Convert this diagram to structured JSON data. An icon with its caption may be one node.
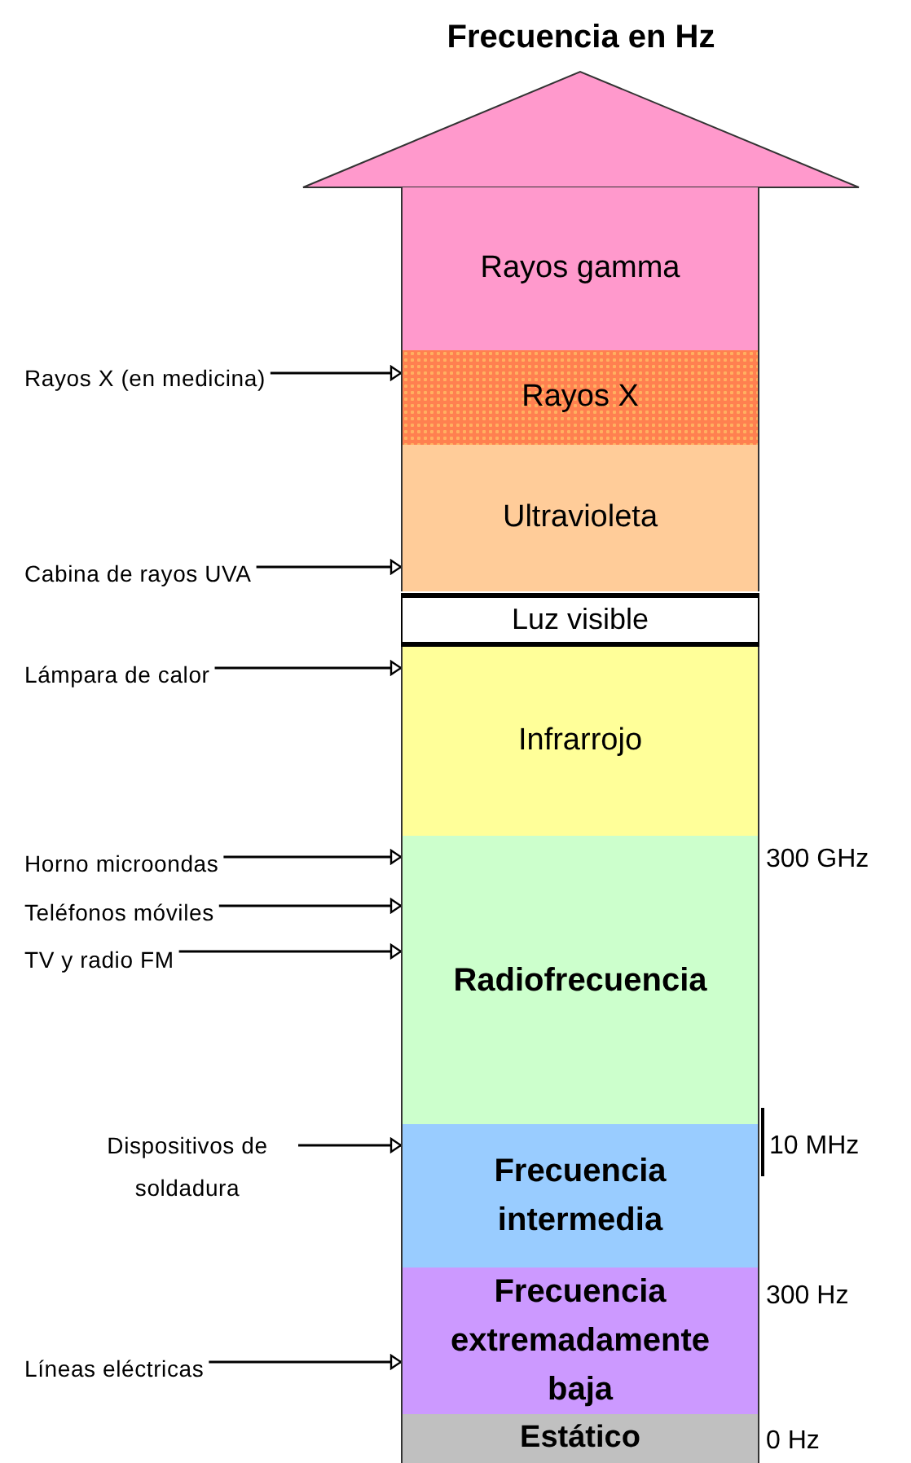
{
  "diagram": {
    "title": "Frecuencia en Hz",
    "nodes": [
      {
        "text": [
          "Rayos gamma"
        ]
      },
      {
        "text": [
          "Rayos X"
        ]
      },
      {
        "text": [
          "Ultravioleta"
        ]
      },
      {
        "text": [
          "Luz visible"
        ]
      },
      {
        "text": [
          "Infrarrojo"
        ]
      },
      {
        "text": [
          "Radiofrecuencia"
        ]
      },
      {
        "text": [
          "Frecuencia intermedia"
        ]
      },
      {
        "text": [
          "Frecuencia extremadamente baja"
        ]
      },
      {
        "text": [
          "Estático"
        ]
      },
      {
        "text": [
          "Rayos X (en medicina)"
        ]
      },
      {
        "text": [
          "Cabina de rayos UVA"
        ]
      },
      {
        "text": [
          "Lámpara de calor"
        ]
      },
      {
        "text": [
          "Horno microondas"
        ]
      },
      {
        "text": [
          "Teléfonos móviles"
        ]
      },
      {
        "text": [
          "TV y radio FM"
        ]
      },
      {
        "text": [
          "Dispositivos de soldadura"
        ]
      },
      {
        "text": [
          "Líneas eléctricas"
        ]
      }
    ],
    "edges": [
      {
        "from": 9,
        "to": 1,
        "arrow": "to"
      },
      {
        "from": 10,
        "to": 2,
        "arrow": "to"
      },
      {
        "from": 11,
        "to": 4,
        "arrow": "to"
      },
      {
        "from": 12,
        "to": 5,
        "arrow": "to"
      },
      {
        "from": 13,
        "to": 5,
        "arrow": "to"
      },
      {
        "from": 14,
        "to": 5,
        "arrow": "to"
      },
      {
        "from": 15,
        "to": 6,
        "arrow": "to"
      },
      {
        "from": 16,
        "to": 7,
        "arrow": "to"
      }
    ],
    "labels": [
      "300 GHz",
      "10 MHz",
      "300 Hz",
      "0 Hz"
    ]
  }
}
